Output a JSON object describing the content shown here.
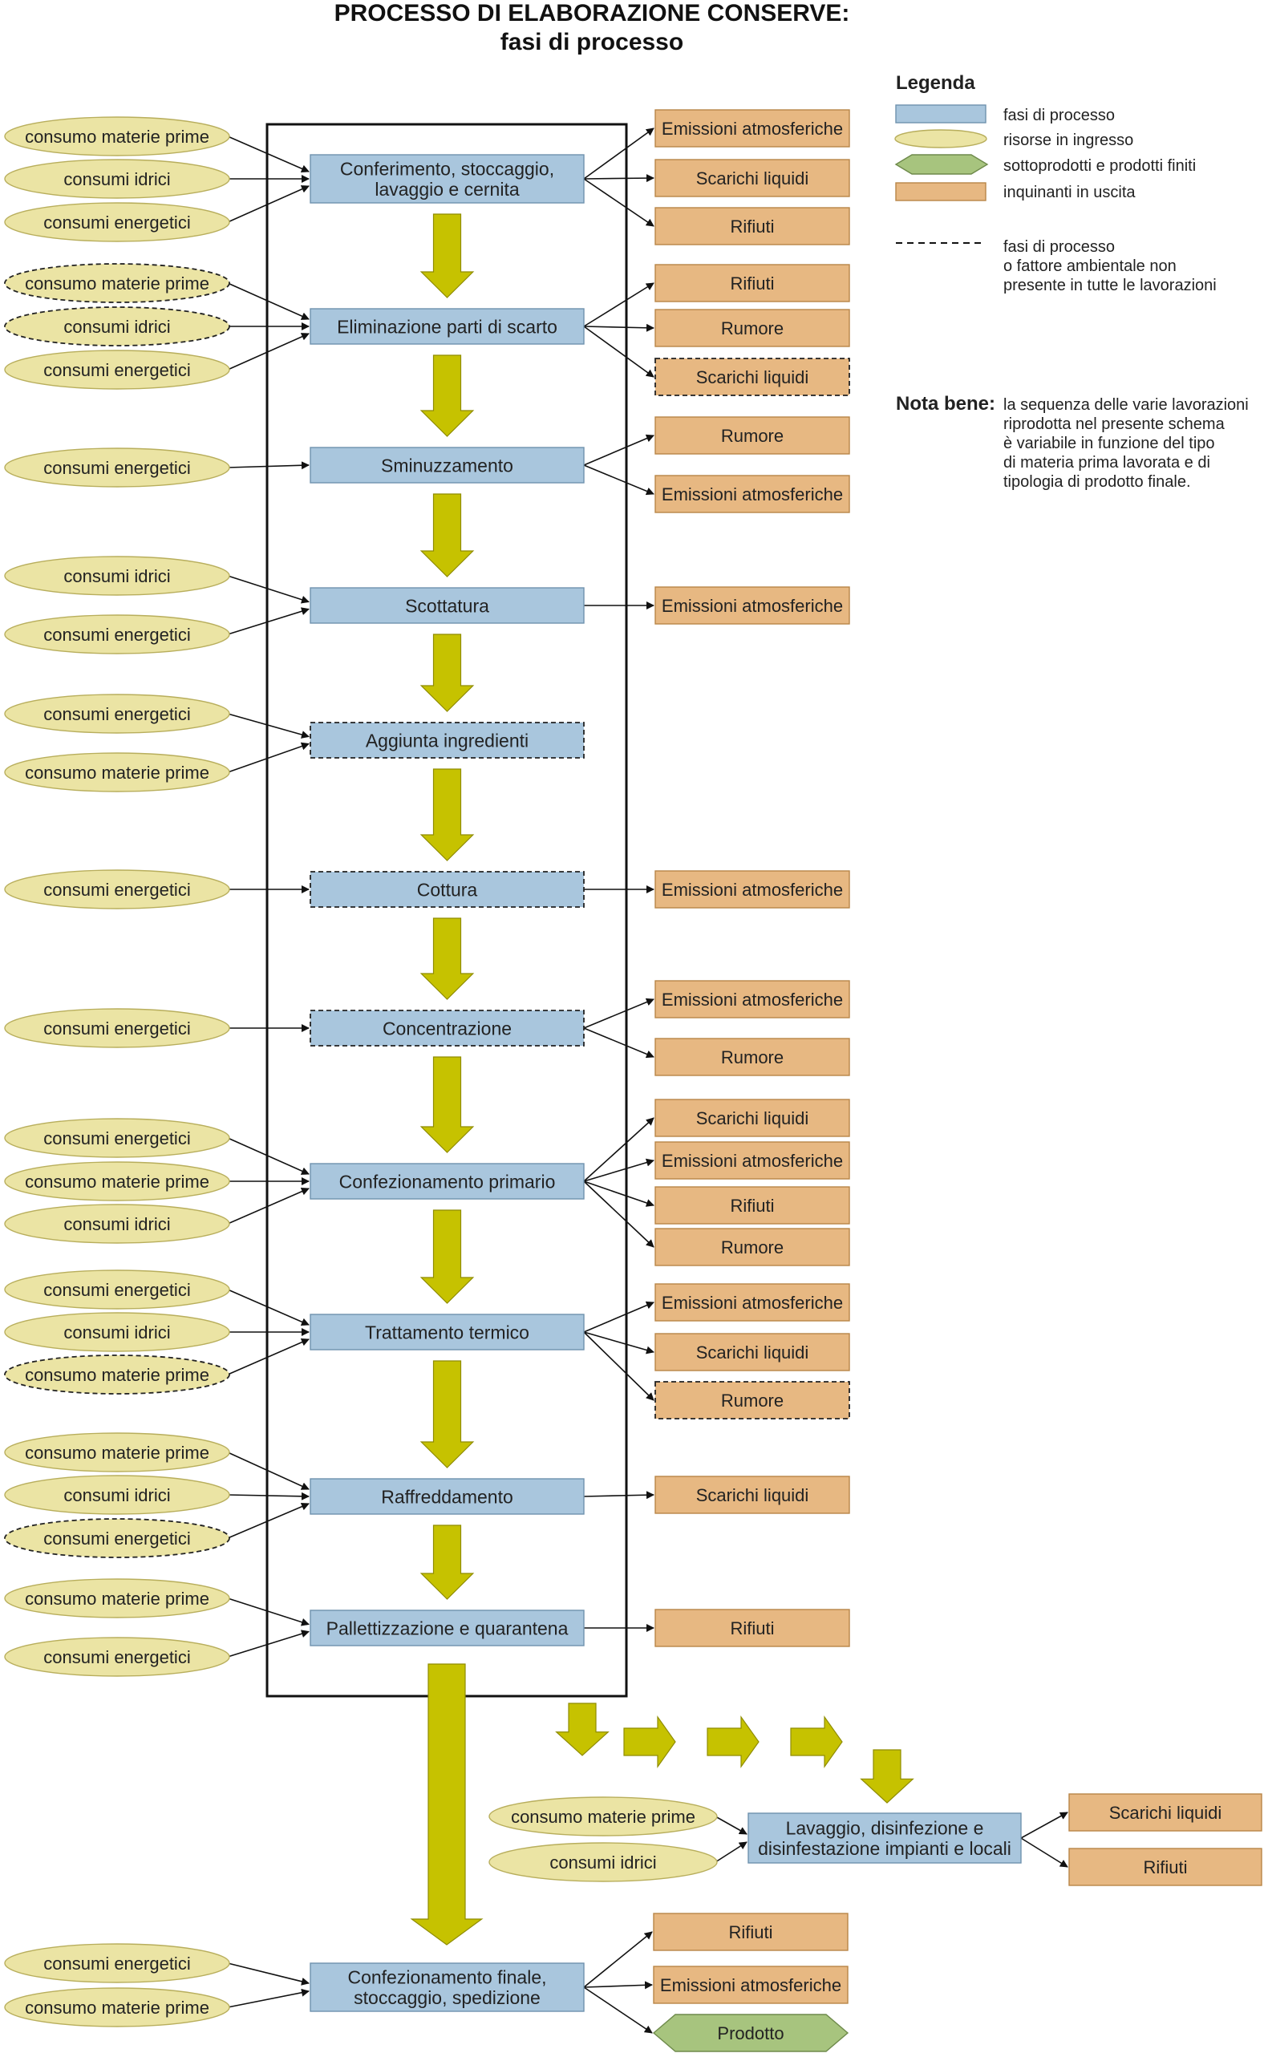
{
  "title": {
    "line1": "PROCESSO DI ELABORAZIONE CONSERVE:",
    "line2": "fasi di processo"
  },
  "legend": {
    "heading": "Legenda",
    "items": [
      "fasi di processo",
      "risorse in ingresso",
      "sottoprodotti e prodotti finiti",
      "inquinanti in uscita"
    ],
    "dashed_lines": [
      "fasi di processo",
      "o fattore ambientale non",
      "presente in tutte le lavorazioni"
    ]
  },
  "note": {
    "label": "Nota bene:",
    "lines": [
      "la sequenza delle varie lavorazioni",
      "riprodotta nel presente schema",
      "è variabile in funzione del tipo",
      "di materia prima lavorata e di",
      "tipologia di prodotto finale."
    ]
  },
  "colors": {
    "phase": "#a9c6dd",
    "phase_border": "#6f92ae",
    "input": "#ebe4a4",
    "input_border": "#b8ae5c",
    "output": "#e7b882",
    "output_border": "#b88648",
    "arrow_big": "#c6c200",
    "product": "#a7c47e"
  },
  "phases": [
    {
      "lines": [
        "Conferimento, stoccaggio,",
        "lavaggio e cernita"
      ],
      "dashed": false,
      "inputs": [
        {
          "label": "consumo materie prime",
          "dashed": false
        },
        {
          "label": "consumi idrici",
          "dashed": false
        },
        {
          "label": "consumi energetici",
          "dashed": false
        }
      ],
      "outputs": [
        {
          "label": "Emissioni atmosferiche",
          "dashed": false
        },
        {
          "label": "Scarichi liquidi",
          "dashed": false
        },
        {
          "label": "Rifiuti",
          "dashed": false
        }
      ]
    },
    {
      "lines": [
        "Eliminazione parti di scarto"
      ],
      "dashed": false,
      "inputs": [
        {
          "label": "consumo materie prime",
          "dashed": true
        },
        {
          "label": "consumi idrici",
          "dashed": true
        },
        {
          "label": "consumi energetici",
          "dashed": false
        }
      ],
      "outputs": [
        {
          "label": "Rifiuti",
          "dashed": false
        },
        {
          "label": "Rumore",
          "dashed": false
        },
        {
          "label": "Scarichi liquidi",
          "dashed": true
        }
      ]
    },
    {
      "lines": [
        "Sminuzzamento"
      ],
      "dashed": false,
      "inputs": [
        {
          "label": "consumi energetici",
          "dashed": false
        }
      ],
      "outputs": [
        {
          "label": "Rumore",
          "dashed": false
        },
        {
          "label": "Emissioni atmosferiche",
          "dashed": false
        }
      ]
    },
    {
      "lines": [
        "Scottatura"
      ],
      "dashed": false,
      "inputs": [
        {
          "label": "consumi idrici",
          "dashed": false
        },
        {
          "label": "consumi energetici",
          "dashed": false
        }
      ],
      "outputs": [
        {
          "label": "Emissioni atmosferiche",
          "dashed": false
        }
      ]
    },
    {
      "lines": [
        "Aggiunta ingredienti"
      ],
      "dashed": true,
      "inputs": [
        {
          "label": "consumi energetici",
          "dashed": false
        },
        {
          "label": "consumo materie prime",
          "dashed": false
        }
      ],
      "outputs": []
    },
    {
      "lines": [
        "Cottura"
      ],
      "dashed": true,
      "inputs": [
        {
          "label": "consumi energetici",
          "dashed": false
        }
      ],
      "outputs": [
        {
          "label": "Emissioni atmosferiche",
          "dashed": false
        }
      ]
    },
    {
      "lines": [
        "Concentrazione"
      ],
      "dashed": true,
      "inputs": [
        {
          "label": "consumi energetici",
          "dashed": false
        }
      ],
      "outputs": [
        {
          "label": "Emissioni atmosferiche",
          "dashed": false
        },
        {
          "label": "Rumore",
          "dashed": false
        }
      ]
    },
    {
      "lines": [
        "Confezionamento primario"
      ],
      "dashed": false,
      "inputs": [
        {
          "label": "consumi energetici",
          "dashed": false
        },
        {
          "label": "consumo materie prime",
          "dashed": false
        },
        {
          "label": "consumi idrici",
          "dashed": false
        }
      ],
      "outputs": [
        {
          "label": "Scarichi liquidi",
          "dashed": false
        },
        {
          "label": "Emissioni atmosferiche",
          "dashed": false
        },
        {
          "label": "Rifiuti",
          "dashed": false
        },
        {
          "label": "Rumore",
          "dashed": false
        }
      ]
    },
    {
      "lines": [
        "Trattamento termico"
      ],
      "dashed": false,
      "inputs": [
        {
          "label": "consumi energetici",
          "dashed": false
        },
        {
          "label": "consumi idrici",
          "dashed": false
        },
        {
          "label": "consumo materie prime",
          "dashed": true
        }
      ],
      "outputs": [
        {
          "label": "Emissioni atmosferiche",
          "dashed": false
        },
        {
          "label": "Scarichi liquidi",
          "dashed": false
        },
        {
          "label": "Rumore",
          "dashed": true
        }
      ]
    },
    {
      "lines": [
        "Raffreddamento"
      ],
      "dashed": false,
      "inputs": [
        {
          "label": "consumo materie prime",
          "dashed": false
        },
        {
          "label": "consumi idrici",
          "dashed": false
        },
        {
          "label": "consumi energetici",
          "dashed": true
        }
      ],
      "outputs": [
        {
          "label": "Scarichi liquidi",
          "dashed": false
        }
      ]
    },
    {
      "lines": [
        "Pallettizzazione e quarantena"
      ],
      "dashed": false,
      "inputs": [
        {
          "label": "consumo materie prime",
          "dashed": false
        },
        {
          "label": "consumi energetici",
          "dashed": false
        }
      ],
      "outputs": [
        {
          "label": "Rifiuti",
          "dashed": false
        }
      ]
    }
  ],
  "cleaning": {
    "lines": [
      "Lavaggio, disinfezione e",
      "disinfestazione impianti e locali"
    ],
    "dashed": false,
    "inputs": [
      {
        "label": "consumo materie prime",
        "dashed": false
      },
      {
        "label": "consumi idrici",
        "dashed": false
      }
    ],
    "outputs": [
      {
        "label": "Scarichi liquidi",
        "dashed": false
      },
      {
        "label": "Rifiuti",
        "dashed": false
      }
    ]
  },
  "final": {
    "lines": [
      "Confezionamento finale,",
      "stoccaggio, spedizione"
    ],
    "dashed": false,
    "inputs": [
      {
        "label": "consumi energetici",
        "dashed": false
      },
      {
        "label": "consumo materie prime",
        "dashed": false
      }
    ],
    "outputs": [
      {
        "label": "Rifiuti",
        "dashed": false
      },
      {
        "label": "Emissioni atmosferiche",
        "dashed": false
      }
    ],
    "product": "Prodotto"
  }
}
